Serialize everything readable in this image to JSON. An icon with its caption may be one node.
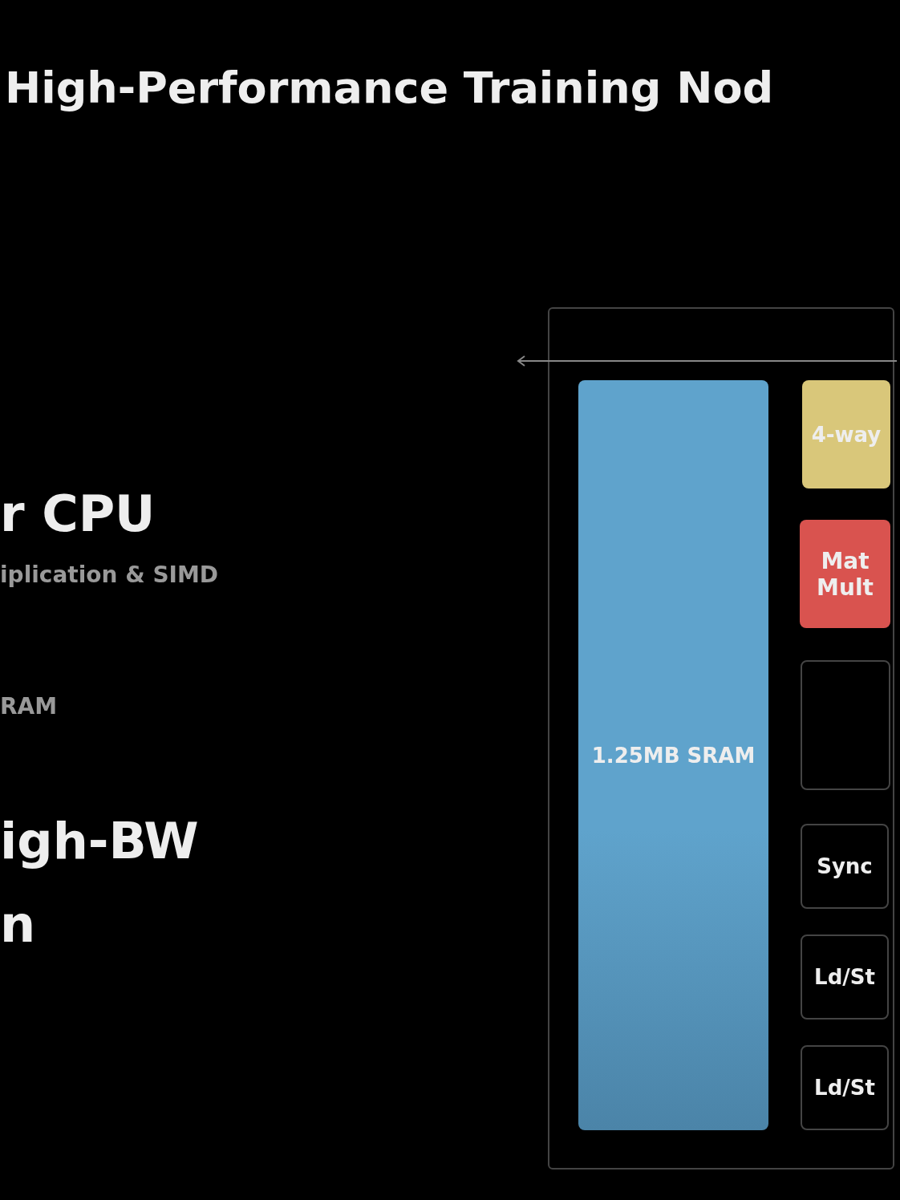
{
  "diagram": {
    "title": "High-Performance Training Nod",
    "nodes": [
      {
        "text": [],
        "shape": "box"
      },
      {
        "text": [
          "1.25MB SRAM"
        ],
        "in": 0
      },
      {
        "text": [
          "4-way"
        ],
        "in": 0
      },
      {
        "text": [
          "Mat Mult"
        ],
        "in": 0
      },
      {
        "text": [],
        "shape": "box",
        "in": 0
      },
      {
        "text": [
          "Sync"
        ],
        "in": 0
      },
      {
        "text": [
          "Ld/St"
        ],
        "in": 0
      },
      {
        "text": [
          "Ld/St"
        ],
        "in": 0
      }
    ],
    "labels": [
      "r CPU",
      "iplication & SIMD",
      "RAM",
      "igh-BW",
      "n"
    ]
  }
}
